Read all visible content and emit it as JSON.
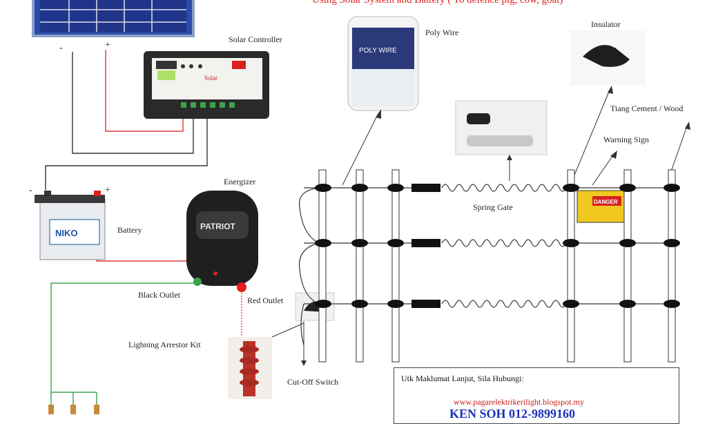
{
  "title": "Using Solar System and Battery ( To defence pig, cow, goat)",
  "labels": {
    "solar_controller": "Solar Controller",
    "poly_wire": "Poly Wire",
    "insulator": "Insulator",
    "tiang": "Tiang Cement / Wood",
    "warning_sign": "Warning Sign",
    "energizer": "Energizer",
    "battery": "Battery",
    "spring_gate": "Spring Gate",
    "black_outlet": "Black Outlet",
    "red_outlet": "Red Outlet",
    "lightning": "Lighning Arrestor Kit",
    "cutoff": "Cut-Off Switch",
    "panel_minus": "-",
    "panel_plus": "+",
    "battery_minus": "-",
    "battery_plus": "+"
  },
  "device_text": {
    "controller_brand": "Solar",
    "energizer_brand": "PATRIOT",
    "battery_brand": "NIKO",
    "poly_brand": "POLY WIRE",
    "danger": "DANGER"
  },
  "contact": {
    "heading": "Utk Maklumat Lanjut, Sila Hubungi:",
    "url": "www.pagarelektrikerilight.blogspot.my",
    "name": "KEN SOH 012-9899160"
  },
  "colors": {
    "positive_wire": "#d93a3a",
    "negative_wire": "#333333",
    "ground_wire": "#3aa34a",
    "title_red": "#e0201a",
    "contact_blue": "#1a2fb8"
  }
}
